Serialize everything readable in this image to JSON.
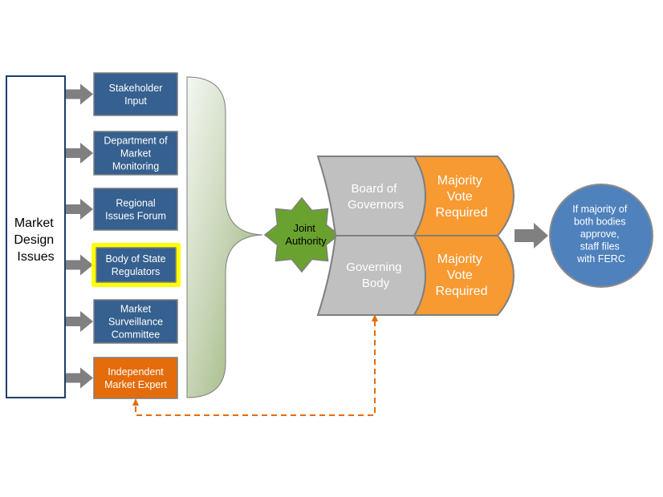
{
  "diagram": {
    "source": {
      "lines": [
        "Market",
        "Design",
        "Issues"
      ]
    },
    "inputs": [
      {
        "lines": [
          "Stakeholder",
          "Input"
        ],
        "fill": "#35608f",
        "highlight": false
      },
      {
        "lines": [
          "Department of",
          "Market",
          "Monitoring"
        ],
        "fill": "#35608f",
        "highlight": false
      },
      {
        "lines": [
          "Regional",
          "Issues Forum"
        ],
        "fill": "#35608f",
        "highlight": false
      },
      {
        "lines": [
          "Body of State",
          "Regulators"
        ],
        "fill": "#35608f",
        "highlight": true
      },
      {
        "lines": [
          "Market",
          "Surveillance",
          "Committee"
        ],
        "fill": "#35608f",
        "highlight": false
      },
      {
        "lines": [
          "Independent",
          "Market Expert"
        ],
        "fill": "#e46c0a",
        "highlight": false
      }
    ],
    "joint": {
      "lines": [
        "Joint",
        "Authority"
      ],
      "fill": "#6aa22f"
    },
    "bodies": [
      {
        "name_lines": [
          "Board of",
          "Governors"
        ],
        "vote_lines": [
          "Majority",
          "Vote",
          "Required"
        ]
      },
      {
        "name_lines": [
          "Governing",
          "Body"
        ],
        "vote_lines": [
          "Majority",
          "Vote",
          "Required"
        ]
      }
    ],
    "outcome": {
      "lines": [
        "If majority of",
        "both bodies",
        "approve,",
        "staff files",
        "with FERC"
      ],
      "fill": "#4f81bd"
    },
    "colors": {
      "box_blue": "#35608f",
      "orange_box": "#e46c0a",
      "vote_orange": "#f79a32",
      "body_gray": "#c0c0c0",
      "arrow_gray": "#808080",
      "dashed_orange": "#e46c0a",
      "highlight_yellow": "#ffff00",
      "source_border": "#1f3d6b"
    }
  }
}
